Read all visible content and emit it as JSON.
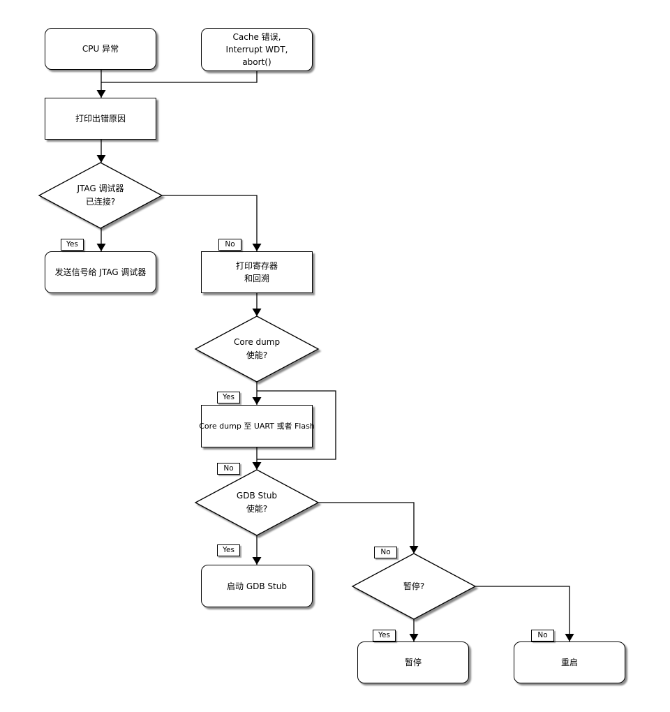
{
  "background": "#ffffff",
  "line_color": "#000000",
  "shape_fill": "#ffffff",
  "nodes": {
    "cpu_exception": {
      "label": "CPU 异常"
    },
    "cache_error": {
      "lines": [
        "Cache 错误,",
        "Interrupt WDT,",
        "abort()"
      ]
    },
    "print_reason": {
      "label": "打印出错原因"
    },
    "jtag_connected": {
      "lines": [
        "JTAG 调试器",
        "已连接?"
      ]
    },
    "send_signal_jtag": {
      "label": "发送信号给 JTAG 调试器"
    },
    "print_registers": {
      "lines": [
        "打印寄存器",
        "和回溯"
      ]
    },
    "core_dump_enabled": {
      "lines": [
        "Core dump",
        "使能?"
      ]
    },
    "core_dump_target": {
      "label": "Core dump 至 UART 或者 Flash"
    },
    "gdb_stub_enabled": {
      "lines": [
        "GDB Stub",
        "使能?"
      ]
    },
    "start_gdb_stub": {
      "label": "启动 GDB Stub"
    },
    "halt_question": {
      "label": "暂停?"
    },
    "halt": {
      "label": "暂停"
    },
    "reboot": {
      "label": "重启"
    }
  },
  "edge_labels": {
    "jtag_yes": "Yes",
    "jtag_no": "No",
    "core_dump_yes": "Yes",
    "core_dump_no": "No",
    "gdb_yes": "Yes",
    "gdb_no": "No",
    "halt_yes": "Yes",
    "halt_no": "No"
  }
}
